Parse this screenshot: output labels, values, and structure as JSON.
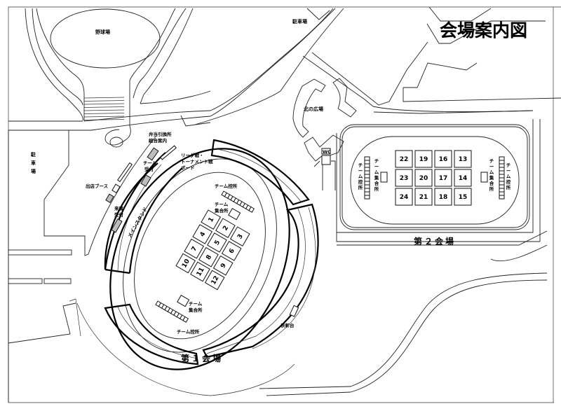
{
  "map_title": "会場案内図",
  "areas": {
    "baseball_field": "野球場",
    "parking_north": "駐車場",
    "parking_west": [
      "駐",
      "車",
      "場"
    ],
    "north_plaza": "北の広場",
    "wc": "WC"
  },
  "facilities": {
    "bento_info": [
      "弁当引換所",
      "総合案内"
    ],
    "team_reception": [
      "チーム",
      "受付"
    ],
    "league_board": [
      "リーグ戦・",
      "トーナメント戦",
      "ボード"
    ],
    "shop_booth": "出店ブース",
    "guest_reception": [
      "来賓",
      "受付"
    ],
    "main_stand": "メインスタンド",
    "award_stand": "表彰台"
  },
  "venue1": {
    "label": "第１会場",
    "team_waiting_top": "チーム控所",
    "team_assembly_top": [
      "チーム",
      "集合所"
    ],
    "team_assembly_bottom": [
      "チーム",
      "集合所"
    ],
    "team_waiting_bottom": "チーム控所",
    "courts": [
      "1",
      "2",
      "3",
      "4",
      "5",
      "6",
      "7",
      "8",
      "9",
      "10",
      "11",
      "12"
    ]
  },
  "venue2": {
    "label": "第２会場",
    "team_waiting_left": "チーム控所",
    "team_assembly_left": "チーム集合所",
    "team_assembly_right": "チーム集合所",
    "team_waiting_right": "チーム控所",
    "court_rows": [
      [
        "22",
        "19",
        "16",
        "13"
      ],
      [
        "23",
        "20",
        "17",
        "14"
      ],
      [
        "24",
        "21",
        "18",
        "15"
      ]
    ]
  }
}
